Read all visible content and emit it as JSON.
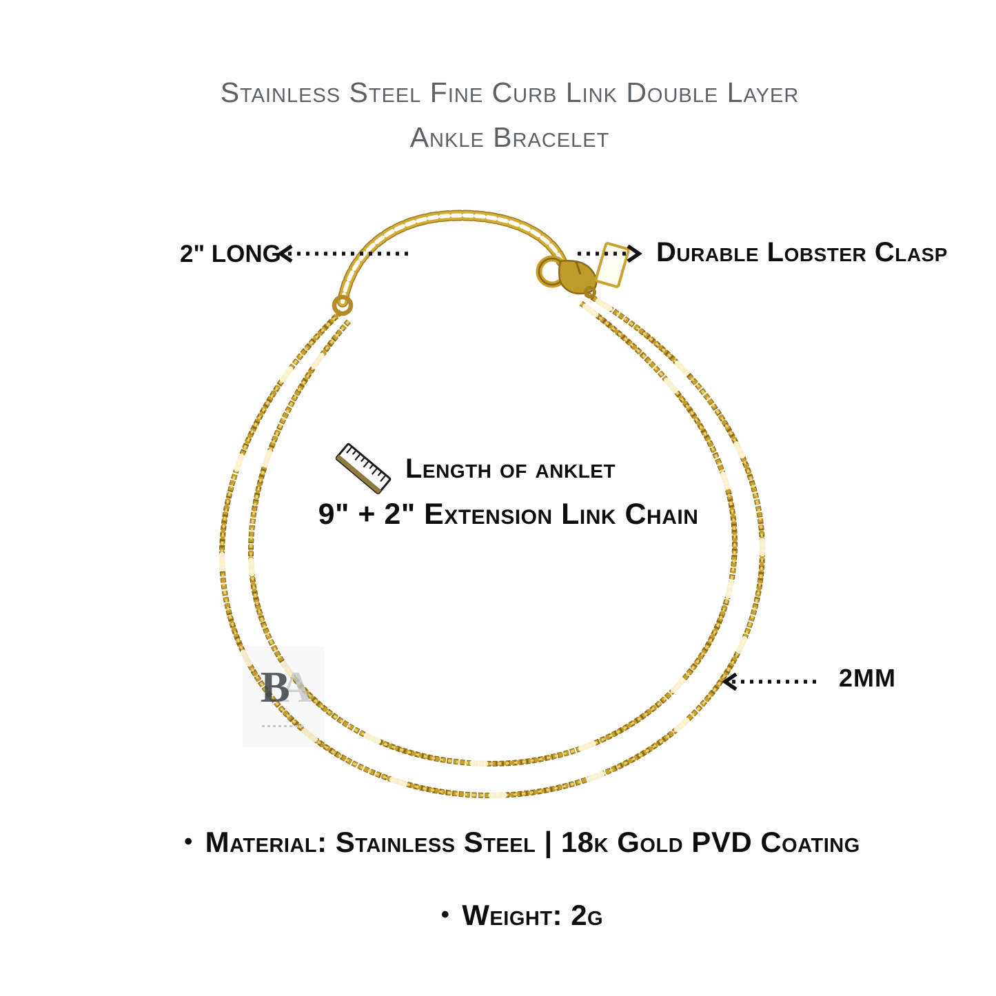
{
  "title": {
    "line1": "Stainless Steel Fine Curb Link Double Layer",
    "line2": "Ankle Bracelet"
  },
  "callouts": {
    "extension": {
      "label": "2\" LONG"
    },
    "clasp": {
      "label": "Durable Lobster Clasp"
    },
    "thickness": {
      "label": "2MM"
    },
    "length": {
      "heading": "Length of anklet",
      "detail": "9\" + 2\" Extension Link Chain"
    }
  },
  "specs": [
    {
      "bullet": "•",
      "text": "Material: Stainless Steel | 18k Gold PVD Coating"
    },
    {
      "bullet": "•",
      "text": "Weight: 2g"
    }
  ],
  "watermark": {
    "letter_primary": "B",
    "letter_secondary": "A"
  },
  "product": {
    "item": "double layer curb link ankle bracelet",
    "colors": {
      "gold": "#c7a02b",
      "gold_dark": "#8a6a1a",
      "gold_light": "#efd97c",
      "pale_link": "#fdf5d8",
      "title_gray": "#5c6064",
      "annotation_black": "#0d0d0d"
    }
  }
}
